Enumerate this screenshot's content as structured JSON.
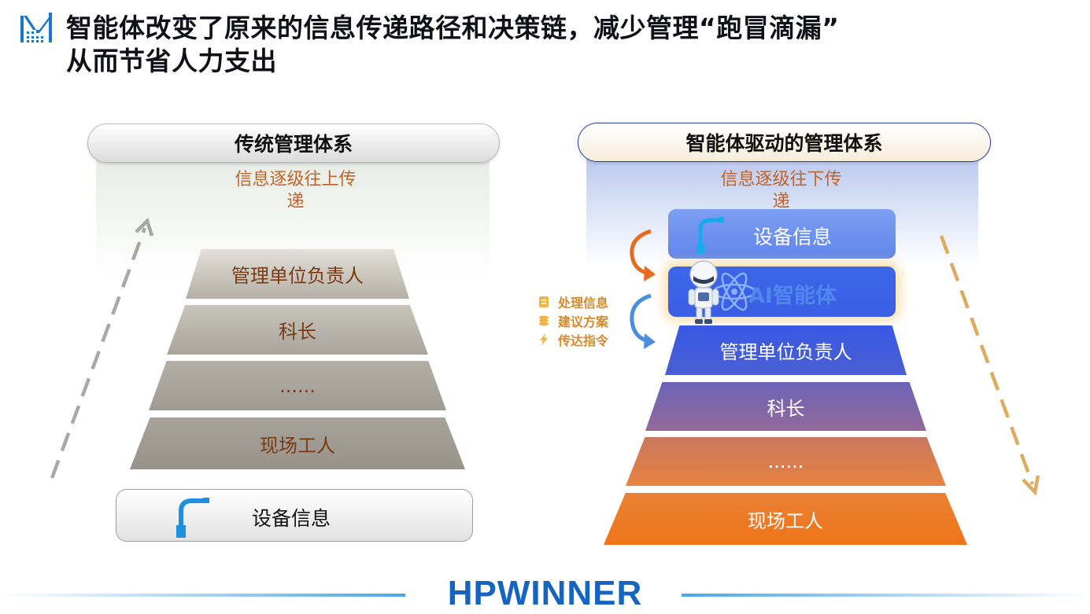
{
  "header": {
    "title_line1": "智能体改变了原来的信息传递路径和决策链，减少管理“跑冒滴漏”",
    "title_line2": "从而节省人力支出",
    "logo_icon": "bar-grid-logo-icon"
  },
  "left": {
    "title": "传统管理体系",
    "flow_note": "信息逐级往上传\n递",
    "levels": [
      "管理单位负责人",
      "科长",
      "......",
      "现场工人"
    ],
    "device_label": "设备信息",
    "device_icon": "street-lamp-icon",
    "arrow_icon": "dashed-up-arrow-icon"
  },
  "right": {
    "title": "智能体驱动的管理体系",
    "flow_note": "信息逐级往下传\n递",
    "device_label": "设备信息",
    "device_icon": "street-lamp-icon",
    "ai_label": "AI智能体",
    "ai_icon": "robot-icon",
    "side_items": [
      {
        "label": "处理信息",
        "icon": "document-icon"
      },
      {
        "label": "建议方案",
        "icon": "coins-icon"
      },
      {
        "label": "传达指令",
        "icon": "lightning-icon"
      }
    ],
    "levels": [
      "管理单位负责人",
      "科长",
      "......",
      "现场工人"
    ],
    "arrow_icon": "dashed-down-arrow-icon"
  },
  "footer": {
    "brand": "HPWINNER"
  },
  "colors": {
    "brand_blue": "#1b76c9",
    "left_level": "#a39f96",
    "left_text": "#7a3a12",
    "right_top": "#3457e6",
    "right_bottom": "#ee7a1c",
    "note_orange": "#c0642a",
    "side_orange": "#d4892b"
  }
}
